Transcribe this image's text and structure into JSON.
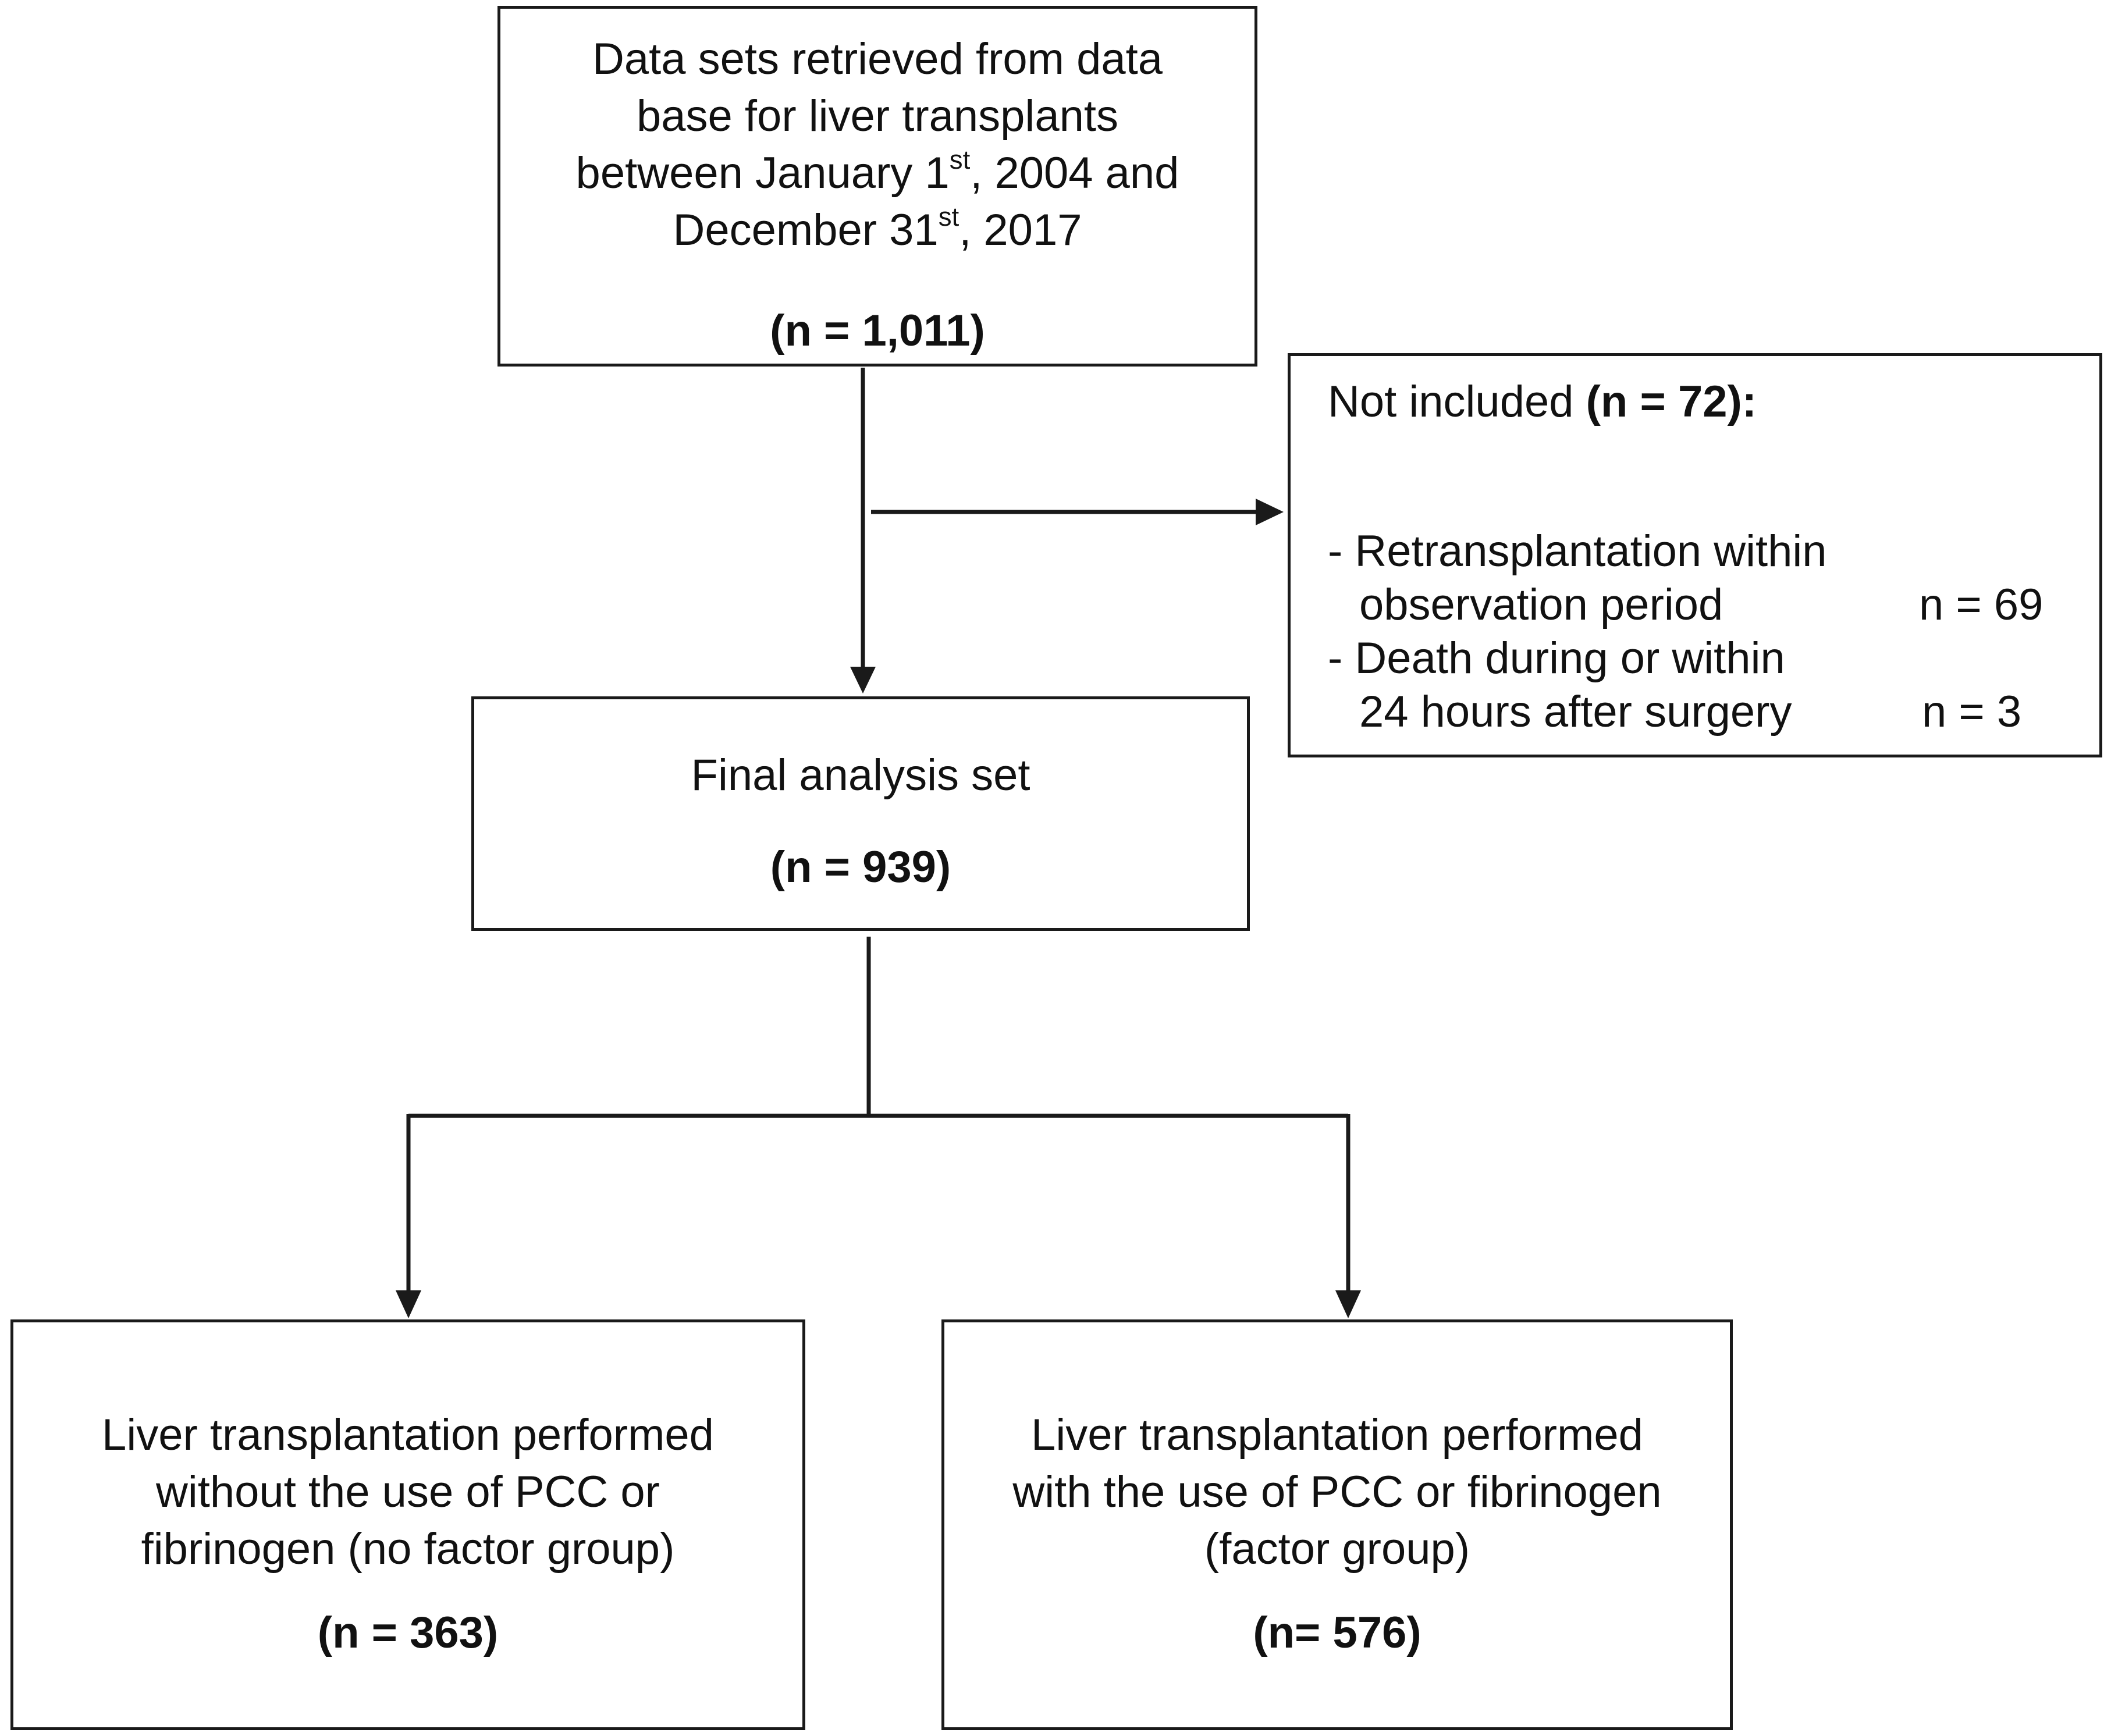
{
  "top_box": {
    "line1": "Data sets retrieved from data",
    "line2": "base for liver transplants",
    "line3_a": "between January 1",
    "line3_sup": "st",
    "line3_b": ", 2004 and",
    "line4_a": "December 31",
    "line4_sup": "st",
    "line4_b": ", 2017",
    "count": "(n = 1,011)"
  },
  "exclusion_box": {
    "header_text": "Not included ",
    "header_count": "(n = 72):",
    "items": [
      {
        "line1": "- Retransplantation within",
        "line2": "observation period",
        "count": "n = 69"
      },
      {
        "line1": "- Death during or within",
        "line2": "24 hours after surgery",
        "count": "n = 3"
      }
    ]
  },
  "middle_box": {
    "title": "Final analysis set",
    "count": "(n = 939)"
  },
  "left_box": {
    "line1": "Liver transplantation performed",
    "line2": "without the use of PCC or",
    "line3": "fibrinogen (no factor group)",
    "count": "(n = 363)"
  },
  "right_box": {
    "line1": "Liver transplantation performed",
    "line2": "with the use of PCC or fibrinogen",
    "line3": "(factor group)",
    "count": "(n= 576)"
  },
  "colors": {
    "line": "#1a1a1a",
    "background": "#ffffff",
    "text": "#111111"
  }
}
